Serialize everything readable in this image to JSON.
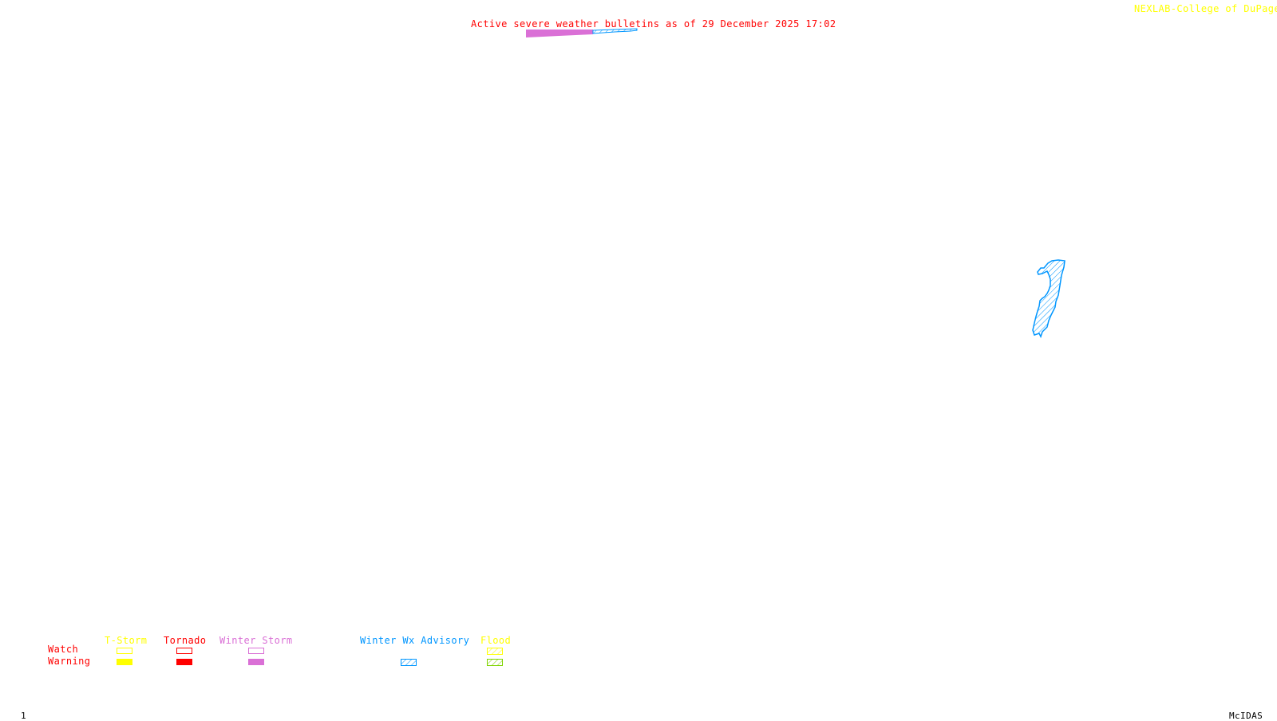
{
  "header": {
    "title": "Active severe weather bulletins as of 29 December 2025 17:02",
    "credit": "NEXLAB-College of DuPage",
    "credit_icon": "nexlab-logo-icon"
  },
  "footer": {
    "frame_number": "1",
    "software": "McIDAS"
  },
  "colors": {
    "title": "#ff0000",
    "credit": "#ffff00",
    "tstorm": "#ffff00",
    "tornado": "#ff0000",
    "winter_storm": "#da70d6",
    "winter_wx_advisory": "#0096ff",
    "flood_watch": "#ffff00",
    "flood_warning": "#7fd400"
  },
  "legend": {
    "row_labels": {
      "watch": "Watch",
      "warning": "Warning"
    },
    "categories": [
      {
        "key": "tstorm",
        "label": "T-Storm",
        "watch": "outline",
        "warning": "filled"
      },
      {
        "key": "tornado",
        "label": "Tornado",
        "watch": "outline",
        "warning": "filled"
      },
      {
        "key": "winter_storm",
        "label": "Winter Storm",
        "watch": "outline",
        "warning": "filled"
      },
      {
        "key": "winter_wx_advisory",
        "label": "Winter Wx Advisory",
        "watch": null,
        "warning": "hatched"
      },
      {
        "key": "flood",
        "label": "Flood",
        "watch": "hatched",
        "warning": "hatched"
      }
    ]
  },
  "map": {
    "active_areas": [
      {
        "type": "Winter Wx Advisory",
        "style": "hatched"
      }
    ],
    "title_overlay_areas": [
      {
        "type": "Winter Storm Warning",
        "style": "filled"
      },
      {
        "type": "Winter Wx Advisory",
        "style": "hatched"
      }
    ]
  }
}
